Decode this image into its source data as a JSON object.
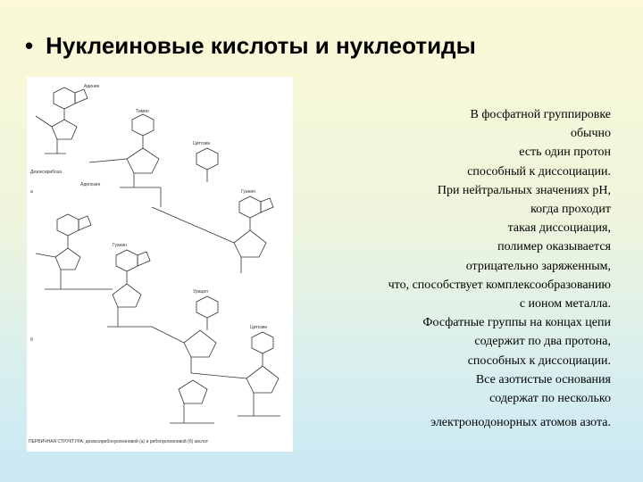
{
  "slide": {
    "bullet": "•",
    "title": "Нуклеиновые кислоты и нуклеотиды",
    "figure_caption": "ПЕРВИЧНАЯ СТРУКТУРА: дезоксирибонуклеиновой (а) и рибонуклеиновой (б) кислот",
    "text_lines": [
      "В фосфатной группировке",
      "обычно",
      "есть один протон",
      "способный к диссоциации.",
      "При нейтральных значениях рН,",
      "когда проходит",
      "такая диссоциация,",
      "полимер оказывается",
      "отрицательно заряженным,",
      "что, способствует комплексообразованию",
      "с ионом металла.",
      "Фосфатные группы на концах цепи",
      "содержит по два протона,",
      "способных к диссоциации.",
      "Все азотистые основания",
      "содержат по несколько",
      "электронодонорных атомов азота."
    ]
  },
  "figure_labels": {
    "adenine": "Аденин",
    "thymine": "Тимин",
    "cytosine": "Цитозин",
    "guanine": "Гуанин",
    "uracil": "Урацил",
    "deoxyribose": "Дезоксирибоза",
    "adenosine": "Аденозин",
    "label_a": "а",
    "label_b": "б"
  }
}
